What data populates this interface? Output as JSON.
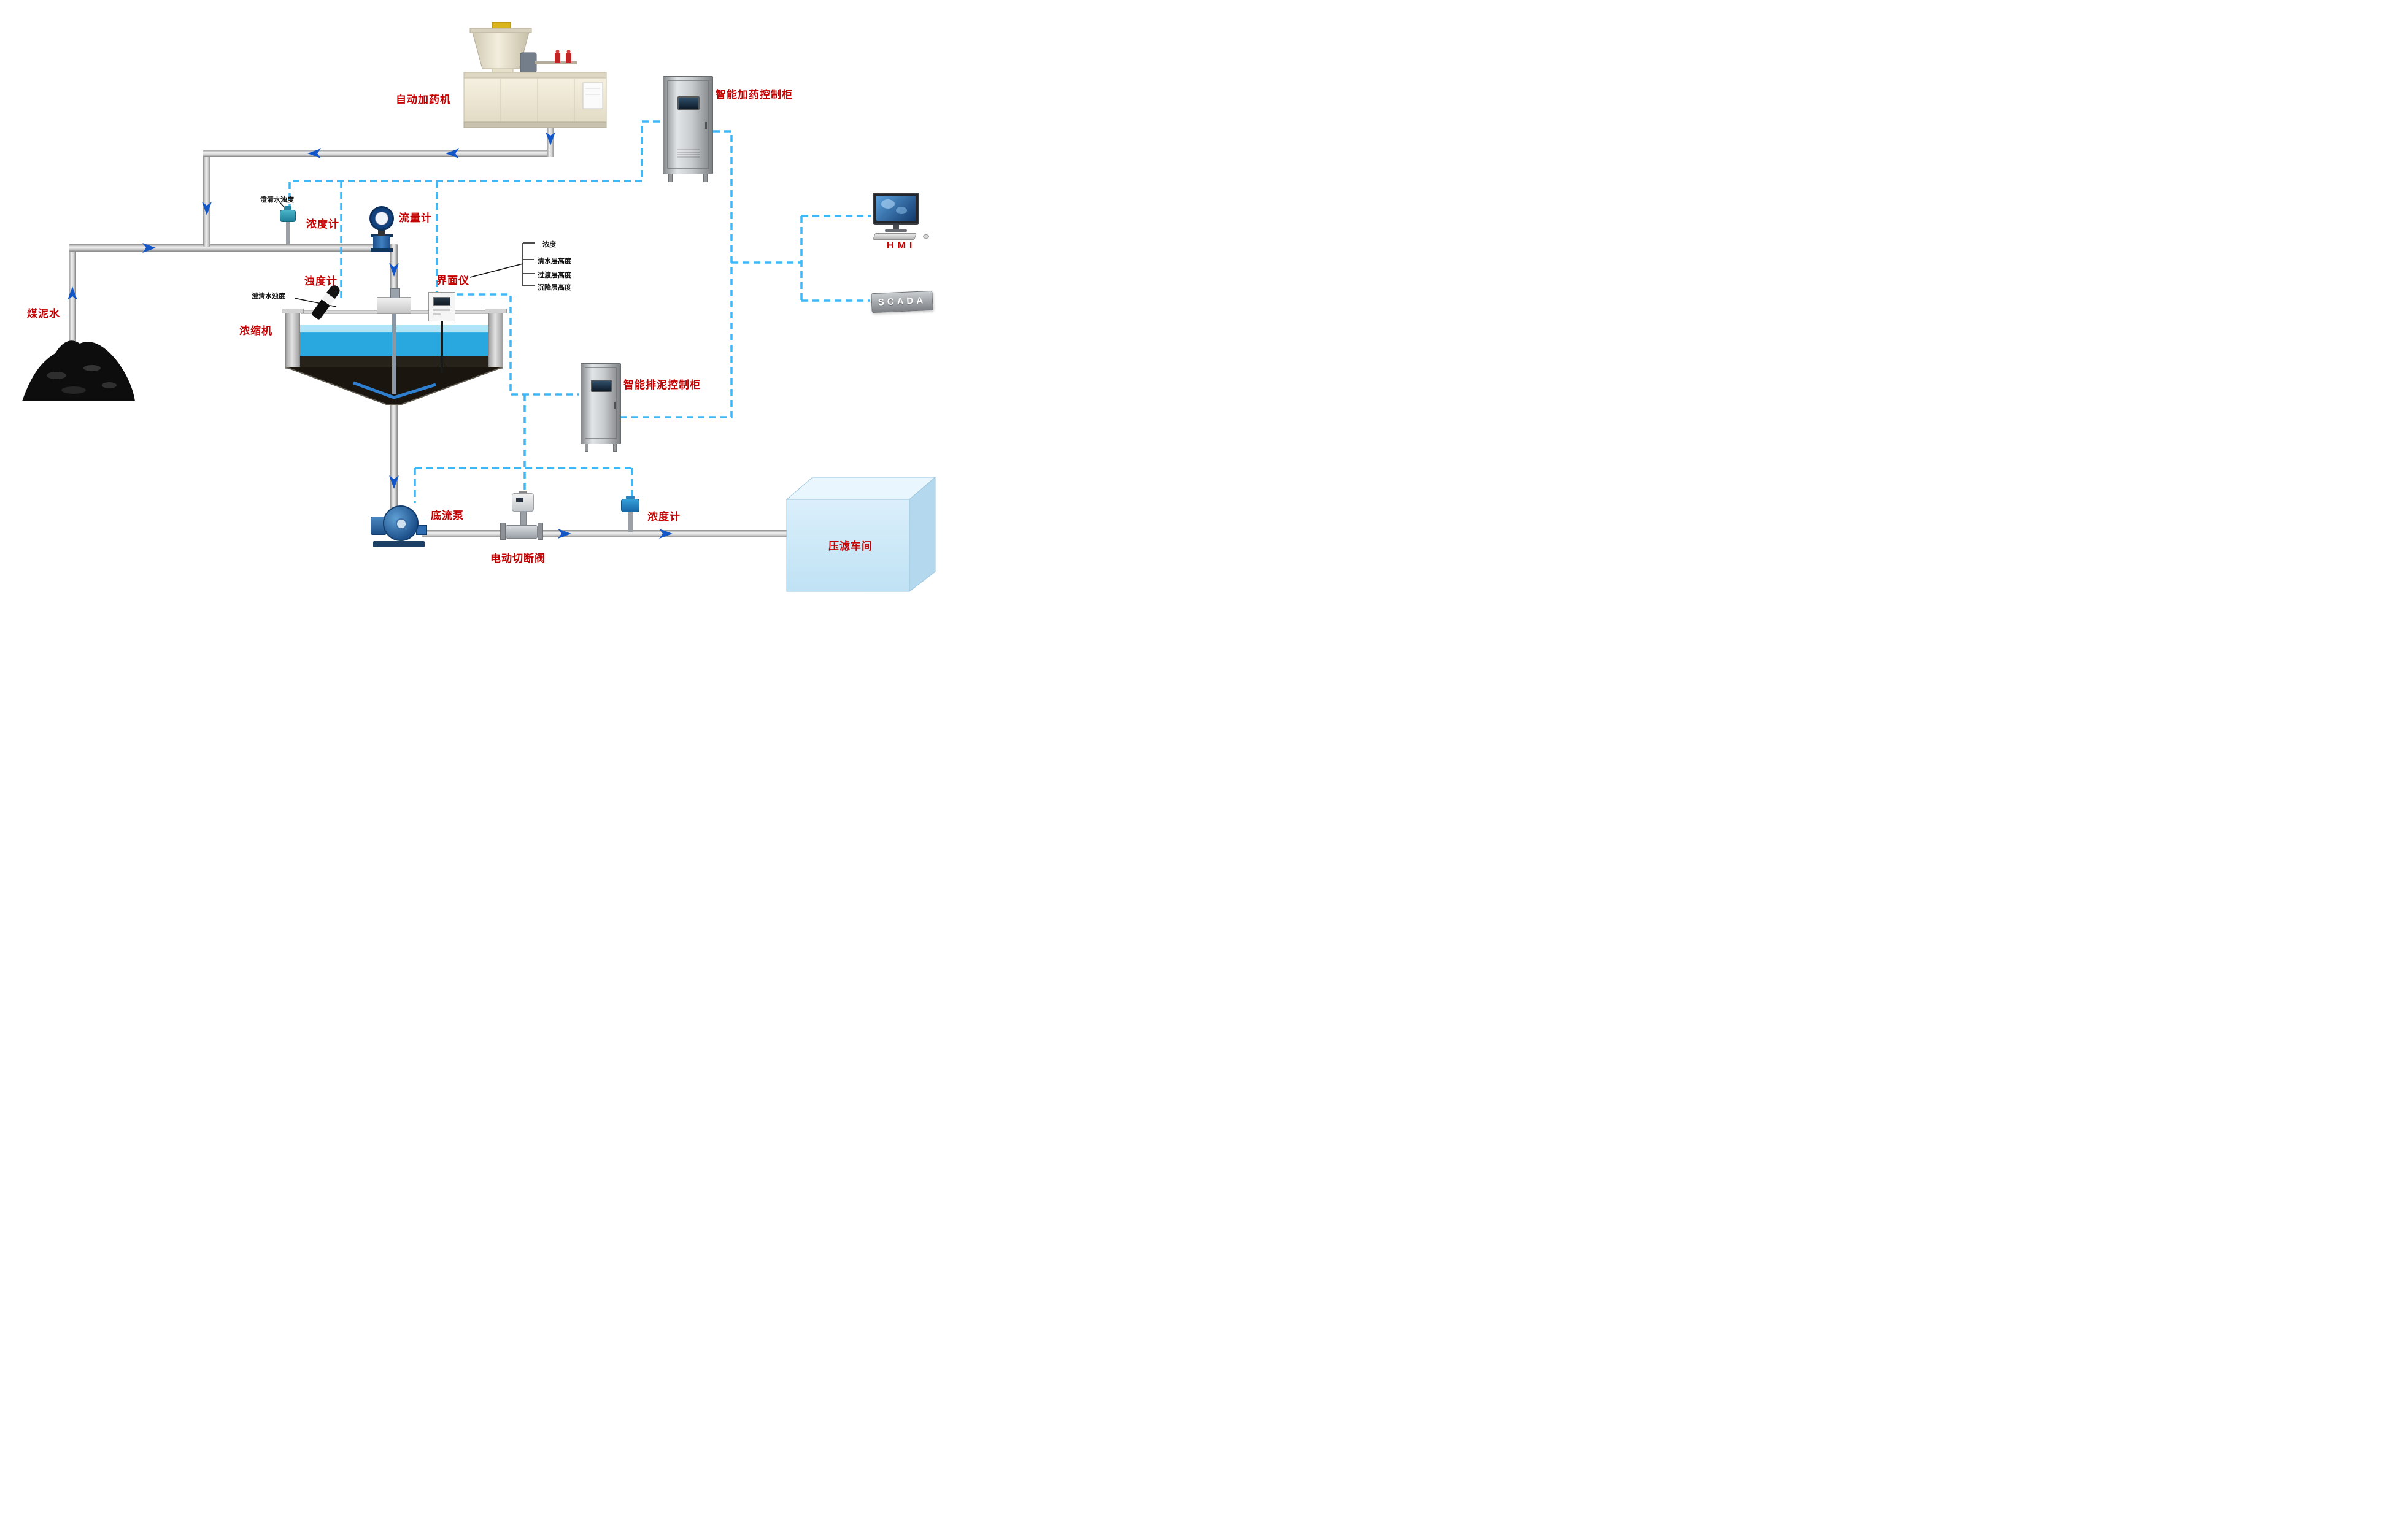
{
  "diagram": {
    "labels": {
      "dosing_machine": "自动加药机",
      "dosing_cabinet": "智能加药控制柜",
      "hmi": "HMI",
      "scada": "SCADA",
      "coal_slurry_water": "煤泥水",
      "concentration_meter_top": "浓度计",
      "clarified_water_turbidity_top": "澄清水浊度",
      "flow_meter": "流量计",
      "turbidity_meter": "浊度计",
      "clarified_water_turbidity_mid": "澄清水浊度",
      "interface_meter": "界面仪",
      "interface_outputs": [
        "浓度",
        "清水层高度",
        "过渡层高度",
        "沉降层高度"
      ],
      "thickener": "浓缩机",
      "sludge_cabinet": "智能排泥控制柜",
      "underflow_pump": "底流泵",
      "electric_shutoff_valve": "电动切断阀",
      "concentration_meter_bottom": "浓度计",
      "filter_press_workshop": "压滤车间"
    },
    "colors": {
      "label_red": "#c50000",
      "small_label_black": "#111111",
      "signal_line_blue": "#3eb7f7",
      "flow_arrow_blue": "#1256c8",
      "water_blue": "#29a8e0"
    }
  }
}
